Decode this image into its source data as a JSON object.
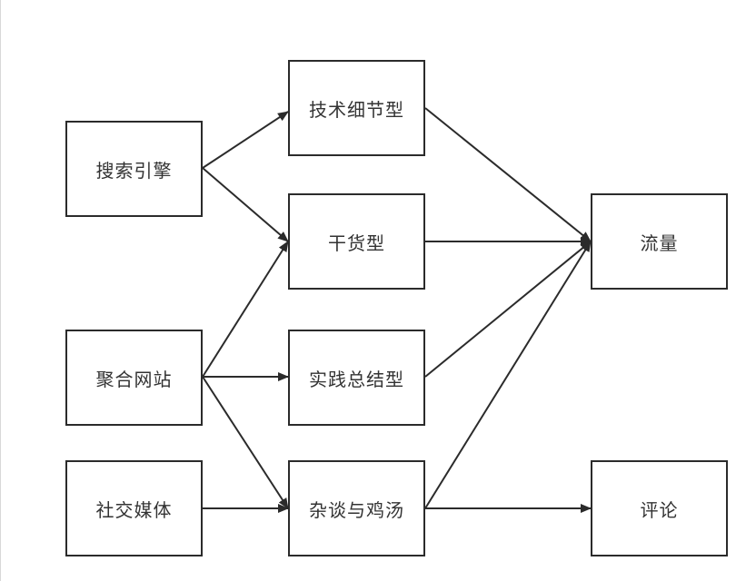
{
  "diagram": {
    "nodes": [
      {
        "id": "search",
        "label": "搜索引擎"
      },
      {
        "id": "agg",
        "label": "聚合网站"
      },
      {
        "id": "social",
        "label": "社交媒体"
      },
      {
        "id": "tech",
        "label": "技术细节型"
      },
      {
        "id": "dry",
        "label": "干货型"
      },
      {
        "id": "prac",
        "label": "实践总结型"
      },
      {
        "id": "misc",
        "label": "杂谈与鸡汤"
      },
      {
        "id": "traffic",
        "label": "流量"
      },
      {
        "id": "comment",
        "label": "评论"
      }
    ],
    "edges": [
      {
        "from": "search",
        "to": "tech"
      },
      {
        "from": "search",
        "to": "dry"
      },
      {
        "from": "agg",
        "to": "dry"
      },
      {
        "from": "agg",
        "to": "prac"
      },
      {
        "from": "agg",
        "to": "misc"
      },
      {
        "from": "social",
        "to": "misc"
      },
      {
        "from": "tech",
        "to": "traffic"
      },
      {
        "from": "dry",
        "to": "traffic"
      },
      {
        "from": "prac",
        "to": "traffic"
      },
      {
        "from": "misc",
        "to": "traffic"
      },
      {
        "from": "misc",
        "to": "comment"
      }
    ],
    "colors": {
      "stroke": "#2b2b2b",
      "text": "#333333",
      "background": "#ffffff"
    }
  }
}
